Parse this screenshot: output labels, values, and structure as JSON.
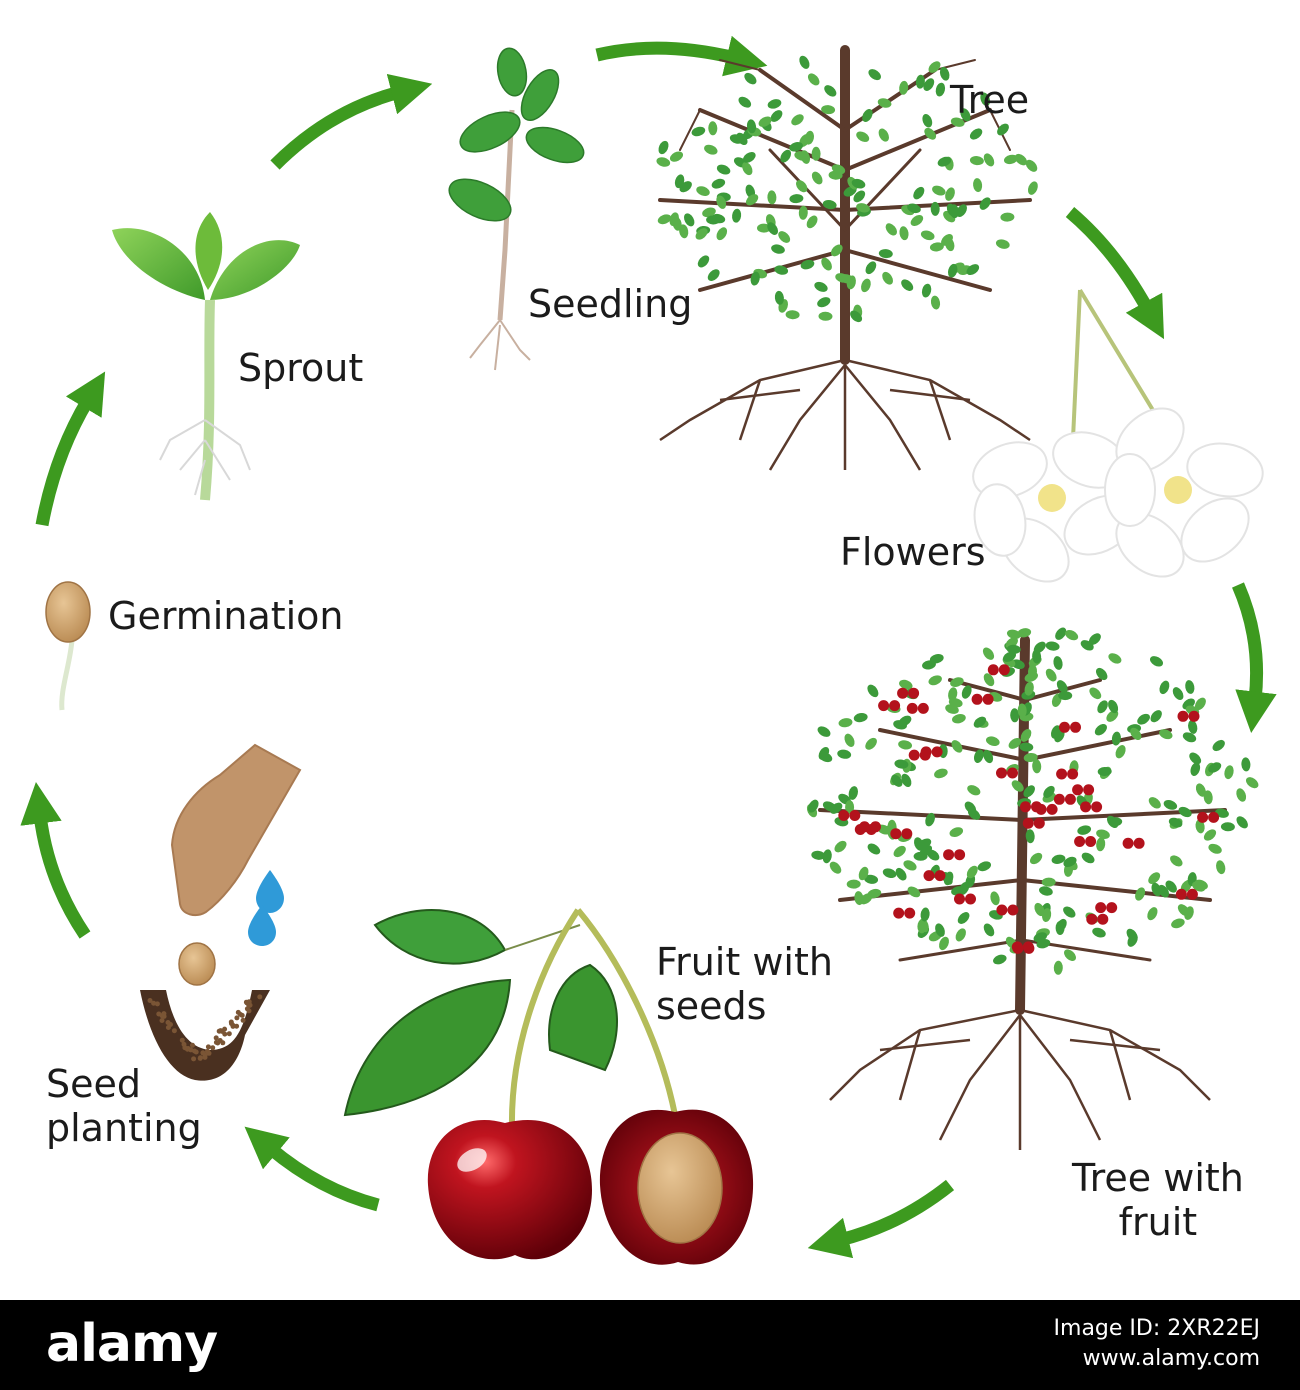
{
  "labels": {
    "tree": "Tree",
    "seedling": "Seedling",
    "sprout": "Sprout",
    "flowers": "Flowers",
    "germination": "Germination",
    "fruit_with_seeds": [
      "Fruit with",
      "seeds"
    ],
    "seed_planting": [
      "Seed",
      "planting"
    ],
    "tree_with_fruit": [
      "Tree with",
      "fruit"
    ]
  },
  "watermark": {
    "logo": "alamy",
    "image_id": "Image ID: 2XR22EJ",
    "site": "www.alamy.com"
  },
  "colors": {
    "arrow_green": "#3d9a1f",
    "leaf_green": "#3c9a3a",
    "trunk_brown": "#5a3a2c",
    "cherry_red": "#a0101a",
    "seed_tan": "#c9a06a",
    "water_blue": "#2f9ad8",
    "text": "#1b1b1b"
  },
  "icons": [
    "sprout-icon",
    "seedling-icon",
    "tree-icon",
    "flowers-icon",
    "fruit-tree-icon",
    "cherries-icon",
    "hand-icon",
    "water-drop-icon",
    "seed-in-soil-icon",
    "germinating-seed-icon"
  ]
}
